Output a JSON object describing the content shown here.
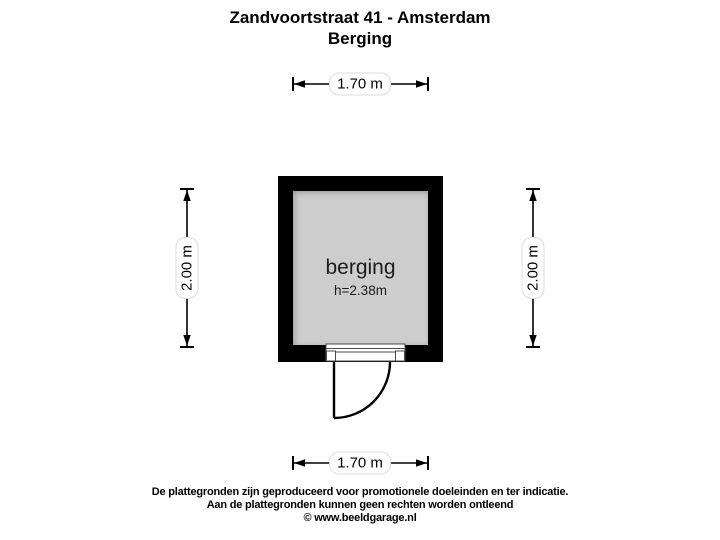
{
  "title": {
    "address": "Zandvoortstraat 41 - Amsterdam",
    "subtitle": "Berging"
  },
  "floorplan": {
    "room": {
      "label": "berging",
      "ceiling_height": "h=2.38m"
    },
    "dimensions": {
      "top": "1.70 m",
      "bottom": "1.70 m",
      "left": "2.00 m",
      "right": "2.00 m"
    }
  },
  "footer": {
    "disclaimer_line1": "De plattegronden zijn geproduceerd voor promotionele doeleinden en ter indicatie.",
    "disclaimer_line2": "Aan de plattegronden kunnen geen rechten worden ontleend",
    "credit": "© www.beeldgarage.nl"
  },
  "colors": {
    "wall": "#000000",
    "floor": "#cdcdcd",
    "background": "#ffffff",
    "dimension_line": "#000000"
  }
}
